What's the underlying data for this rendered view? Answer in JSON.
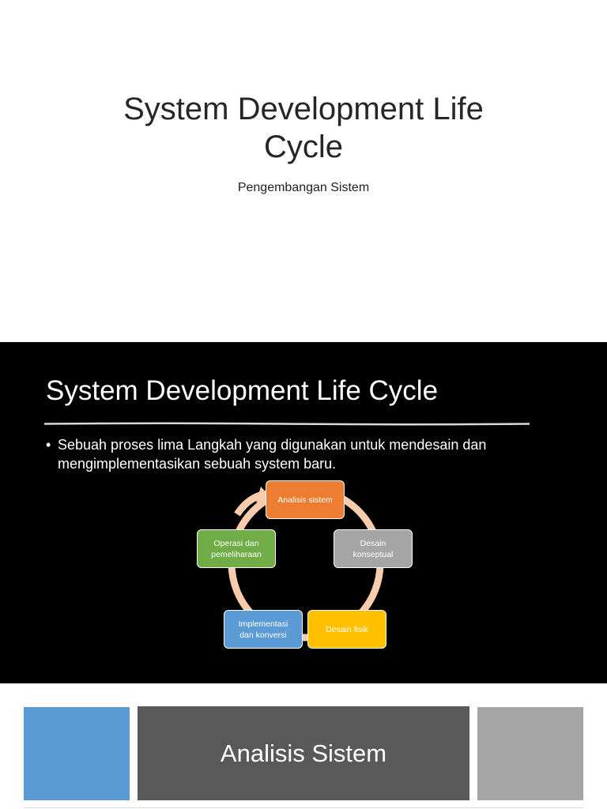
{
  "slides": [
    {
      "title_line1": "System Development Life",
      "title_line2": "Cycle",
      "subtitle": "Pengembangan Sistem",
      "background": "#ffffff"
    },
    {
      "title": "System Development Life Cycle",
      "bullet_marker": "•",
      "bullet": "Sebuah proses lima Langkah yang digunakan untuk mendesain dan mengimplementasikan sebuah system baru.",
      "background": "#000000",
      "cycle": {
        "arrow_color": "#f8cbad",
        "nodes": [
          {
            "label": "Analisis sistem",
            "color": "#ed7d31"
          },
          {
            "label_line1": "Desain",
            "label_line2": "konseptual",
            "color": "#a5a5a5"
          },
          {
            "label": "Desain fisik",
            "color": "#ffc000"
          },
          {
            "label_line1": "Implementasi",
            "label_line2": "dan konversi",
            "color": "#5b9bd5"
          },
          {
            "label_line1": "Operasi dan",
            "label_line2": "pemeliharaan",
            "color": "#70ad47"
          }
        ]
      }
    },
    {
      "title": "Analisis Sistem",
      "colors": {
        "left": "#5b9bd5",
        "center": "#595959",
        "right": "#a5a5a5"
      }
    }
  ]
}
